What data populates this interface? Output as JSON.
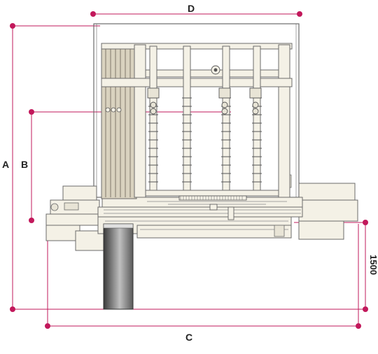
{
  "labels": {
    "a": "A",
    "b": "B",
    "c": "C",
    "d": "D",
    "height": "1500"
  },
  "colors": {
    "dimension_line": "#c2185b",
    "machine_body": "#f4f1e6",
    "machine_stroke": "#6b6b6b",
    "column": "#d9d2bf",
    "pit": "#4a4a4a"
  }
}
